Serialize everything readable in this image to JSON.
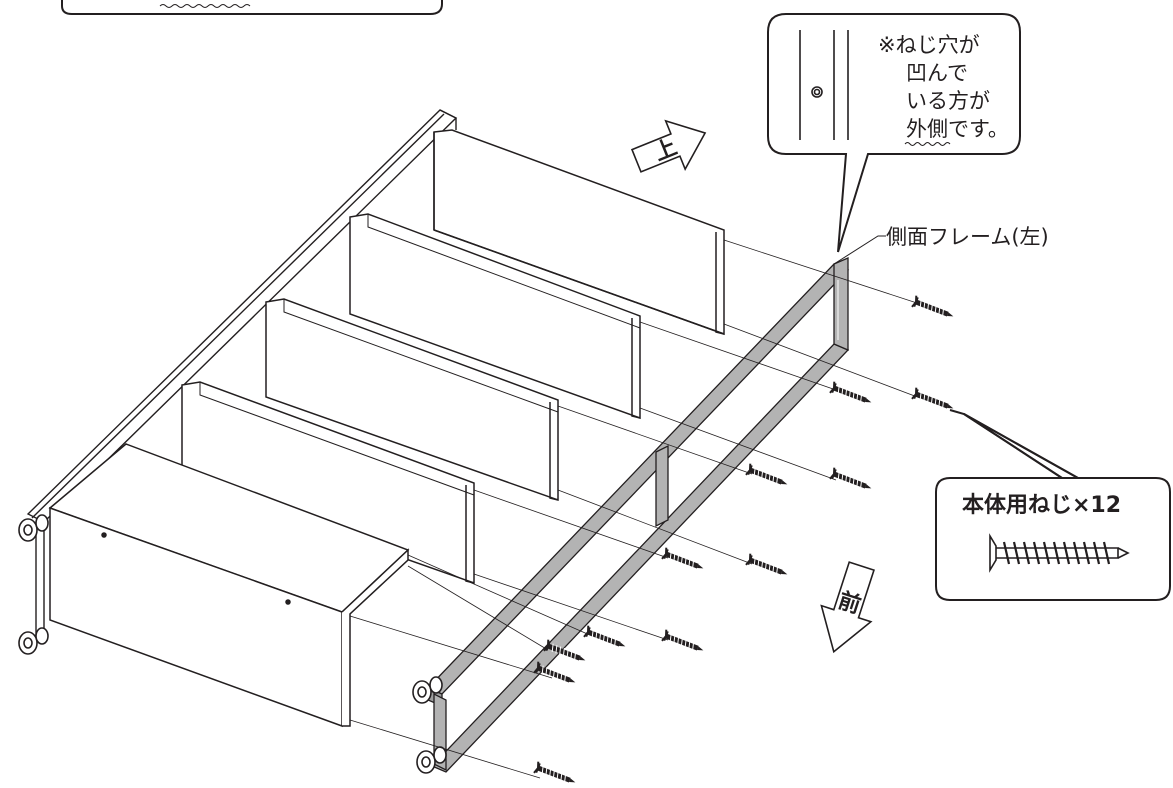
{
  "callout_note": {
    "lines": [
      "※ねじ穴が",
      "凹んで",
      "いる方が",
      "外側です。"
    ]
  },
  "frame_label": "側面フレーム(左)",
  "screw_callout": {
    "title": "本体用ねじ×12"
  },
  "directions": {
    "up": "上",
    "front": "前"
  }
}
